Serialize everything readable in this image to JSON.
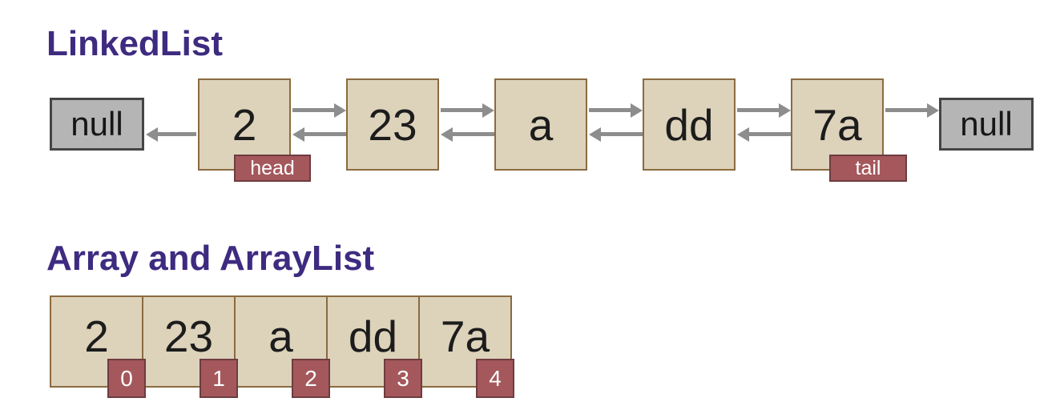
{
  "linked_list": {
    "title": "LinkedList",
    "null_label": "null",
    "nodes": [
      "2",
      "23",
      "a",
      "dd",
      "7a"
    ],
    "head_label": "head",
    "tail_label": "tail"
  },
  "array": {
    "title": "Array and ArrayList",
    "cells": [
      {
        "value": "2",
        "index": "0"
      },
      {
        "value": "23",
        "index": "1"
      },
      {
        "value": "a",
        "index": "2"
      },
      {
        "value": "dd",
        "index": "3"
      },
      {
        "value": "7a",
        "index": "4"
      }
    ]
  },
  "colors": {
    "title_text": "#3e2b80",
    "node_fill": "#ddd2ba",
    "node_border": "#8a6b41",
    "null_fill": "#b5b5b5",
    "null_border": "#454545",
    "badge_fill": "#a4585c",
    "badge_border": "#6e3c40",
    "arrow": "#8d8d8d",
    "value_text": "#1c1c1c",
    "badge_text": "#ffffff"
  }
}
